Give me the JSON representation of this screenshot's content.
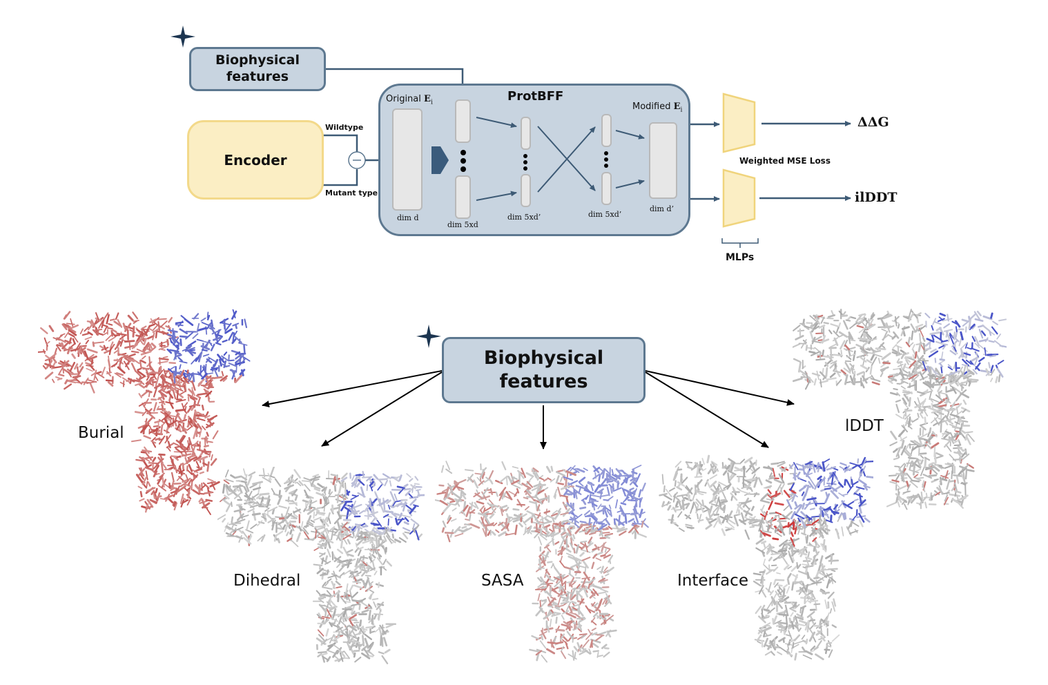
{
  "top_panel": {
    "bio_box": {
      "line1": "Biophysical",
      "line2": "features"
    },
    "encoder": {
      "label": "Encoder"
    },
    "encoder_outputs": {
      "wildtype": "Wildtype",
      "mutant": "Mutant type",
      "operator": "−"
    },
    "protbff": {
      "title": "ProtBFF",
      "original_label": "Original",
      "modified_label": "Modified",
      "embedding_symbol": "E",
      "embedding_subscript": "i",
      "dims": {
        "original": "dim d",
        "expanded": "dim 5xd",
        "projected_left": "dim 5xd’",
        "projected_right": "dim 5xd’",
        "modified": "dim d’"
      }
    },
    "mlps_label": "MLPs",
    "loss_label": "Weighted MSE Loss",
    "outputs": {
      "ddg": "ΔΔG",
      "ilddt": "ilDDT"
    }
  },
  "bottom_panel": {
    "bio_box": {
      "line1": "Biophysical",
      "line2": "features"
    },
    "features": [
      {
        "id": "burial",
        "label": "Burial"
      },
      {
        "id": "dihedral",
        "label": "Dihedral"
      },
      {
        "id": "sasa",
        "label": "SASA"
      },
      {
        "id": "interface",
        "label": "Interface"
      },
      {
        "id": "lddt",
        "label": "lDDT"
      }
    ]
  },
  "colors": {
    "box_fill": "#c8d4e0",
    "box_border": "#5d7890",
    "encoder_fill": "#fbeec4",
    "encoder_border": "#f3d98a",
    "arrow": "#3d5a75",
    "star": "#1c3550",
    "red_residue": "#c0504d",
    "blue_residue": "#4a55c8",
    "white_residue": "#d8d8d8"
  }
}
